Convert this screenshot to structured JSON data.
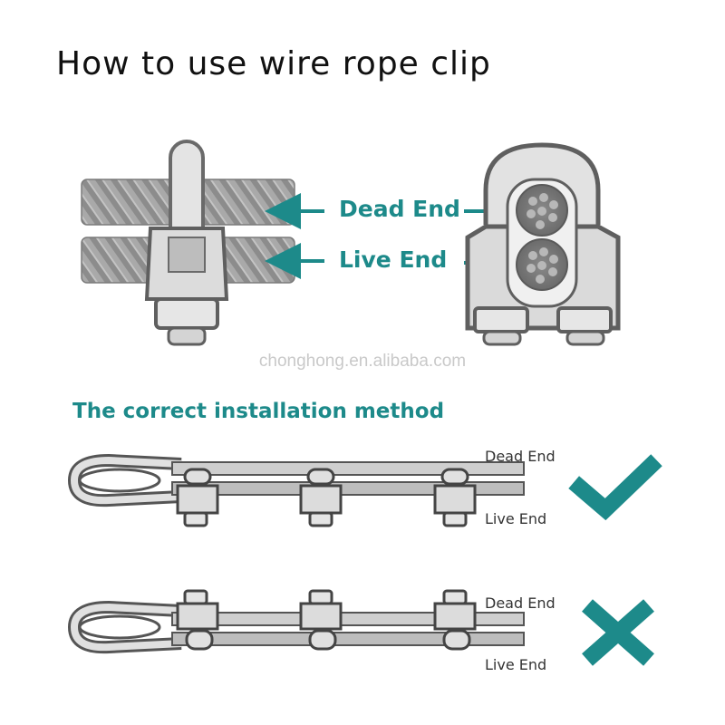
{
  "title": "How to use wire rope clip",
  "labels": {
    "dead_end": "Dead End",
    "live_end": "Live End"
  },
  "watermark": "chonghong.en.alibaba.com",
  "subtitle": "The correct installation method",
  "examples": [
    {
      "dead_end": "Dead End",
      "live_end": "Live End",
      "verdict": "correct"
    },
    {
      "dead_end": "Dead End",
      "live_end": "Live End",
      "verdict": "incorrect"
    }
  ],
  "colors": {
    "accent": "#1d8a8a",
    "text": "#111111",
    "watermark": "#c9c9c9"
  },
  "icons": [
    "arrow-left-icon",
    "arrow-right-icon",
    "checkmark-icon",
    "cross-icon"
  ]
}
